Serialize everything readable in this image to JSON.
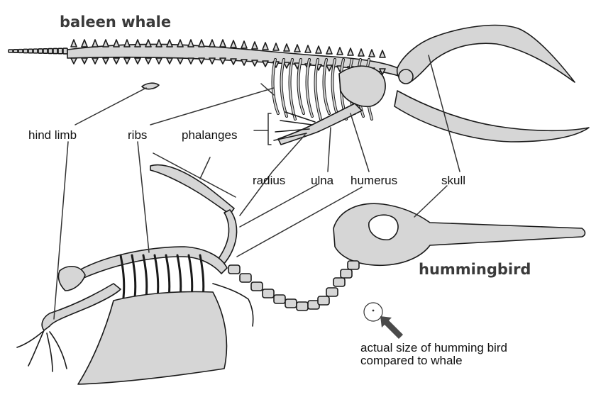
{
  "titles": {
    "whale": "baleen whale",
    "bird": "hummingbird"
  },
  "labels": {
    "hind_limb": "hind limb",
    "ribs": "ribs",
    "phalanges": "phalanges",
    "radius": "radius",
    "ulna": "ulna",
    "humerus": "humerus",
    "skull": "skull"
  },
  "note": {
    "line1": "actual size of humming bird",
    "line2": "compared to whale"
  },
  "colors": {
    "bone_fill": "#d6d6d6",
    "bone_stroke": "#1a1a1a",
    "line": "#333333",
    "arrow": "#4a4a4a"
  }
}
